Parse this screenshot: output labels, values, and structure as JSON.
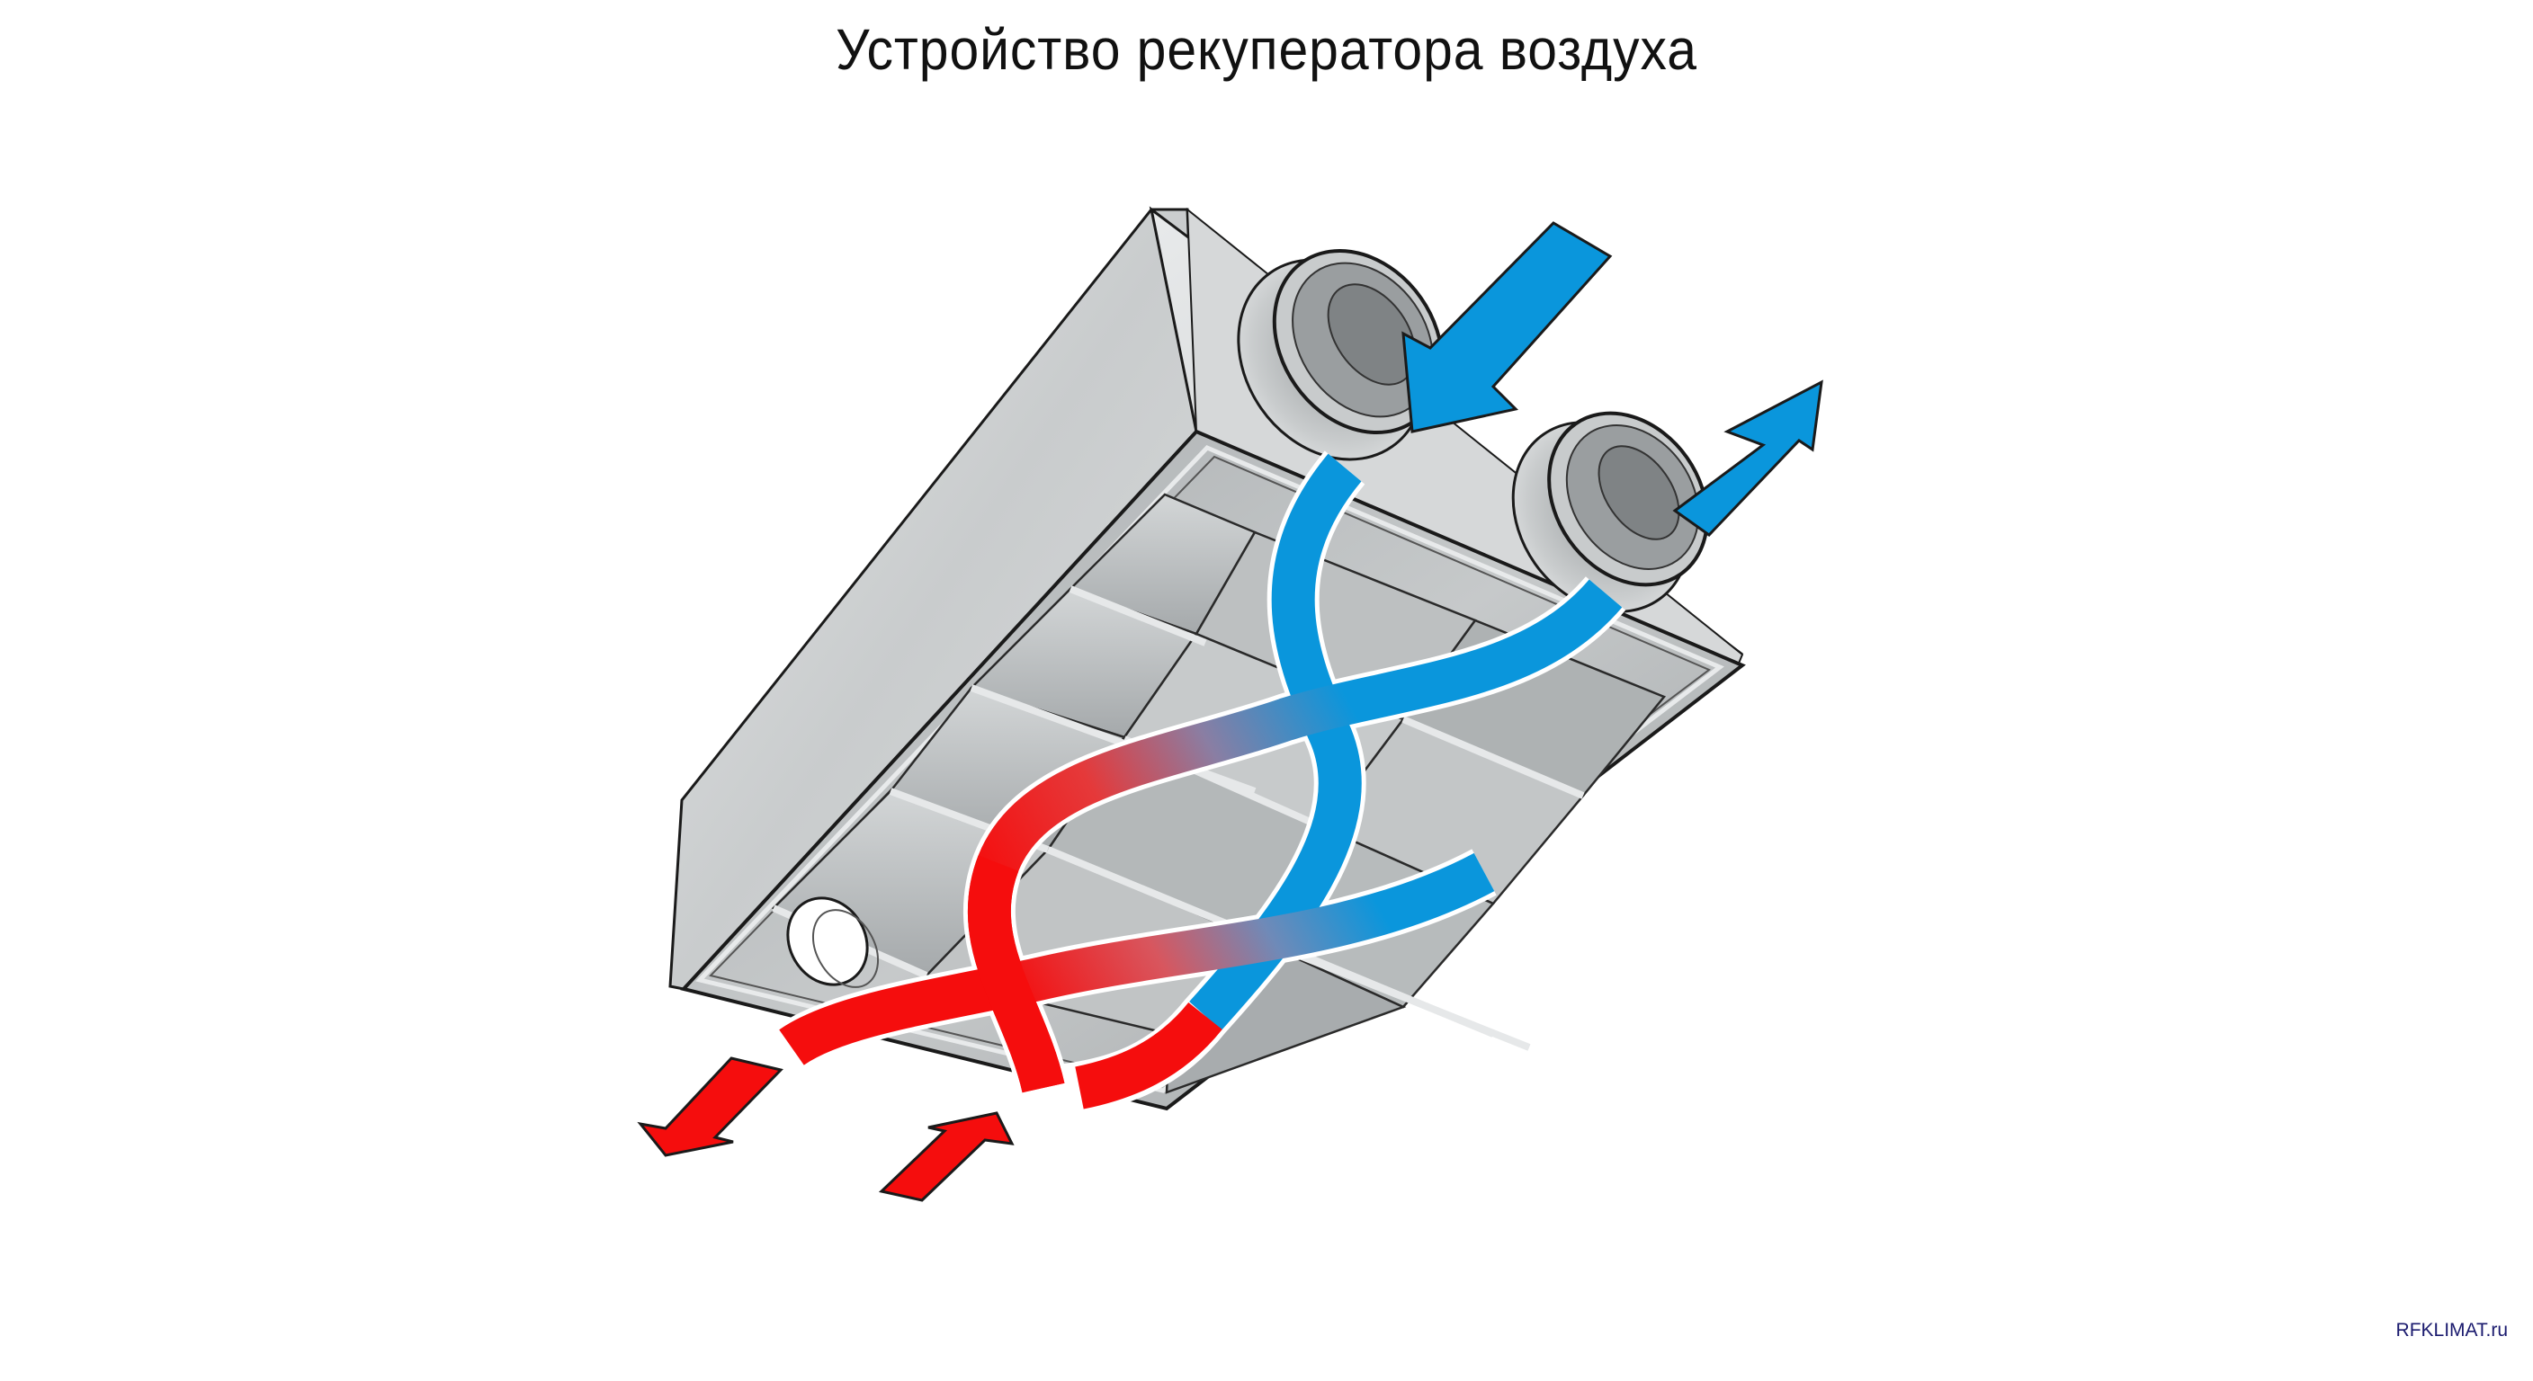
{
  "title": "Устройство рекуператора воздуха",
  "watermark": "RFKLIMAT.ru",
  "colors": {
    "cold_air": "#0a96dc",
    "warm_air": "#f50d0d",
    "housing_light": "#dcdedf",
    "housing_mid": "#b9bcbe",
    "housing_dark": "#8e9294",
    "outline": "#1a1a1a"
  },
  "diagram": {
    "subject": "air-recuperator",
    "parts": [
      {
        "id": "housing",
        "label": "housing"
      },
      {
        "id": "heat-exchanger-cells",
        "label": "heat exchanger cells"
      },
      {
        "id": "duct-inlet-outdoor",
        "label": "outdoor air inlet duct"
      },
      {
        "id": "duct-outlet-exhaust",
        "label": "exhaust outlet duct"
      },
      {
        "id": "side-port",
        "label": "side port"
      }
    ],
    "flows": [
      {
        "id": "cold-in",
        "color": "blue",
        "direction": "in",
        "position": "top-right"
      },
      {
        "id": "cold-out",
        "color": "blue",
        "direction": "out",
        "position": "right"
      },
      {
        "id": "warm-out",
        "color": "red",
        "direction": "out",
        "position": "bottom-left"
      },
      {
        "id": "warm-in",
        "color": "red",
        "direction": "in",
        "position": "bottom"
      }
    ]
  }
}
